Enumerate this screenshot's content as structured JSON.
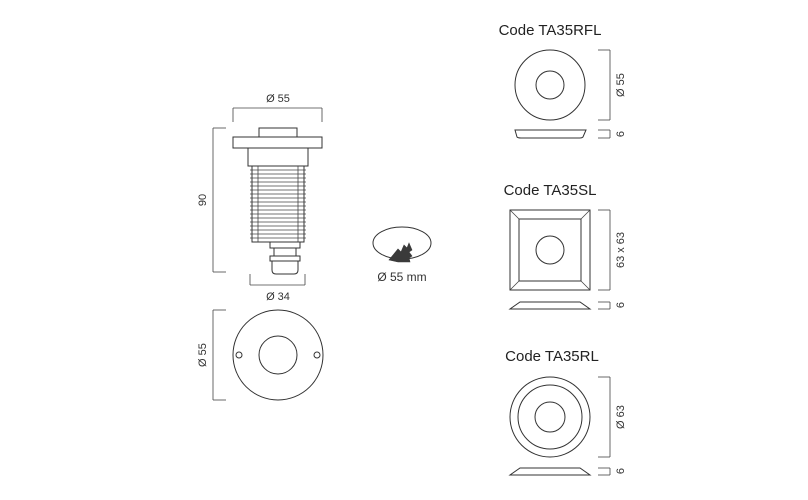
{
  "fixture": {
    "top_dia": "Ø 55",
    "height": "90",
    "bottom_dia": "Ø 34",
    "ring_dia": "Ø 55"
  },
  "hole": {
    "label": "Ø 55 mm"
  },
  "models": [
    {
      "code": "Code TA35RFL",
      "size": "Ø 55",
      "thickness": "6"
    },
    {
      "code": "Code TA35SL",
      "size": "63 x 63",
      "thickness": "6"
    },
    {
      "code": "Code TA35RL",
      "size": "Ø 63",
      "thickness": "6"
    }
  ]
}
